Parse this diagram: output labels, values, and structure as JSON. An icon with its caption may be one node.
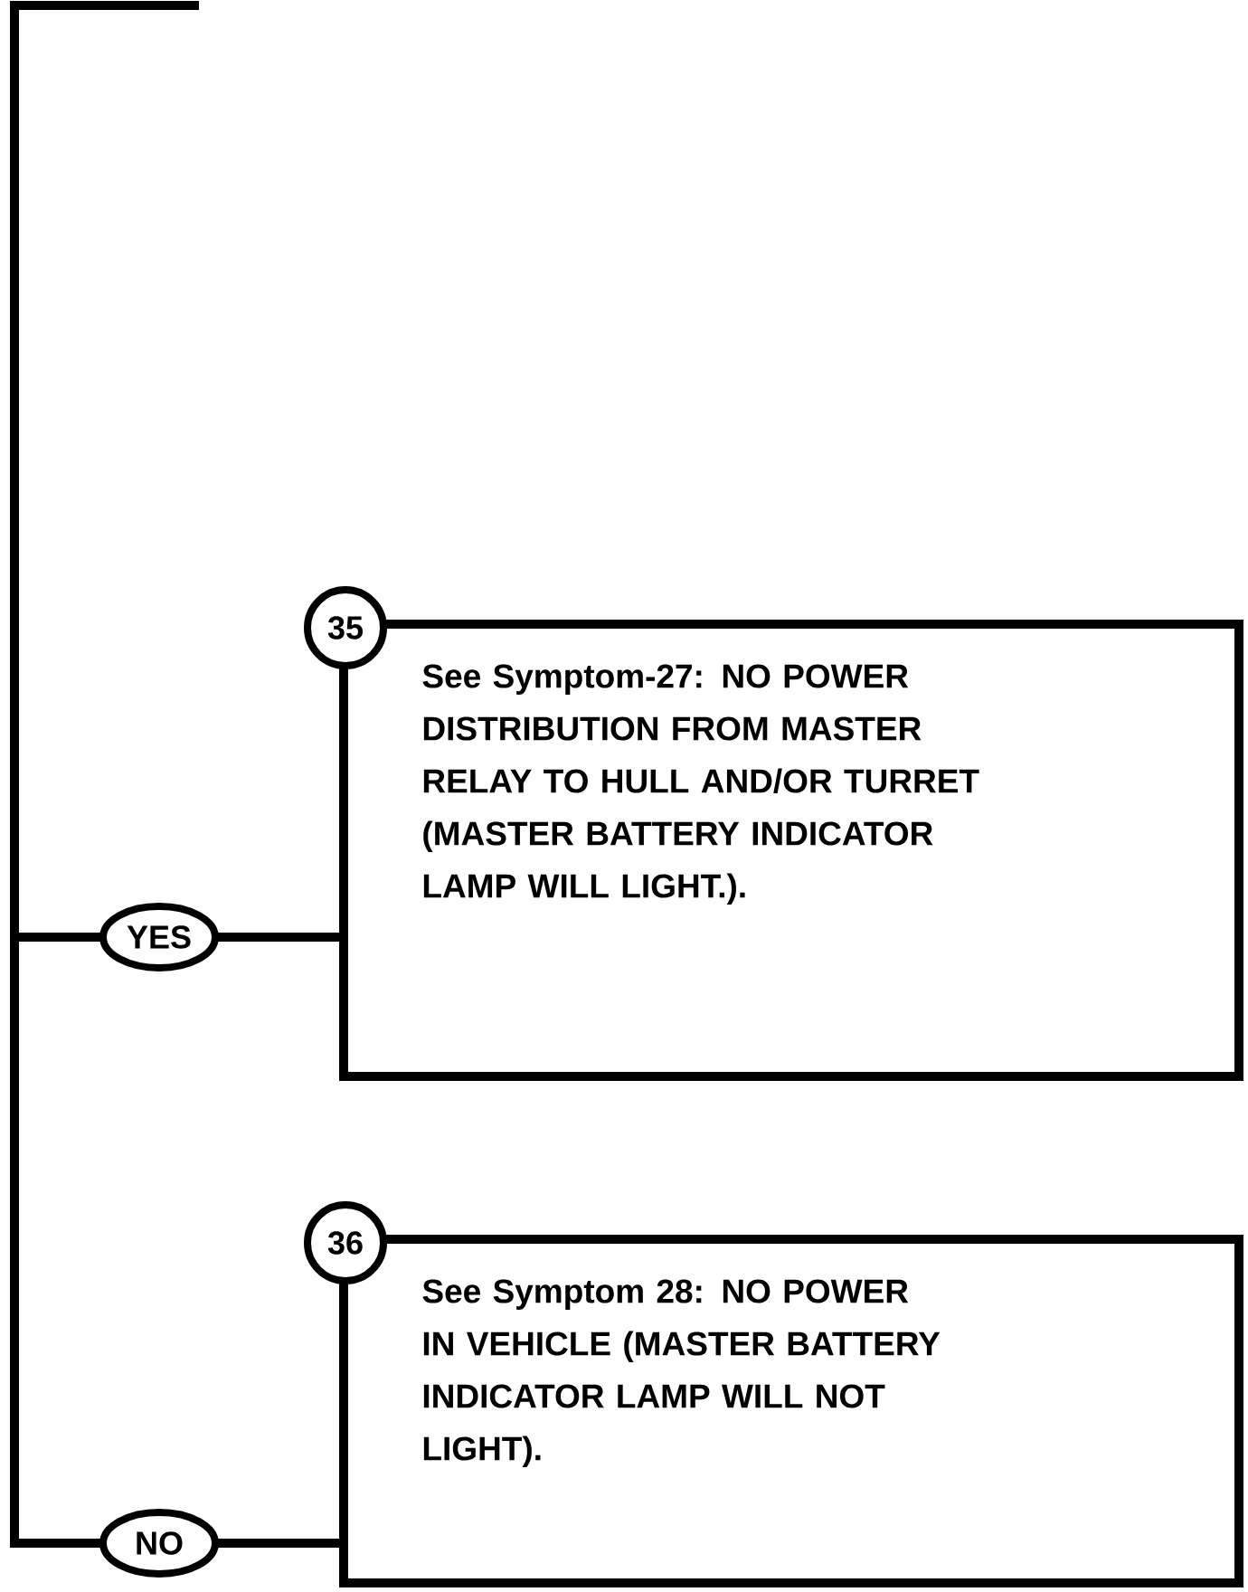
{
  "diagram": {
    "nodes": [
      {
        "text": [
          "35",
          "See Symptom-27: NO POWER DISTRIBUTION FROM MASTER RELAY TO HULL AND/OR TURRET (MASTER BATTERY INDICATOR LAMP WILL LIGHT.)."
        ]
      },
      {
        "text": [
          "36",
          "See Symptom 28: NO POWER IN VEHICLE (MASTER BATTERY INDICATOR LAMP WILL NOT LIGHT)."
        ]
      }
    ],
    "edges": [
      {
        "from": null,
        "to": 0,
        "arrow": "none",
        "label": "YES"
      },
      {
        "from": null,
        "to": 1,
        "arrow": "none",
        "label": "NO"
      }
    ]
  }
}
